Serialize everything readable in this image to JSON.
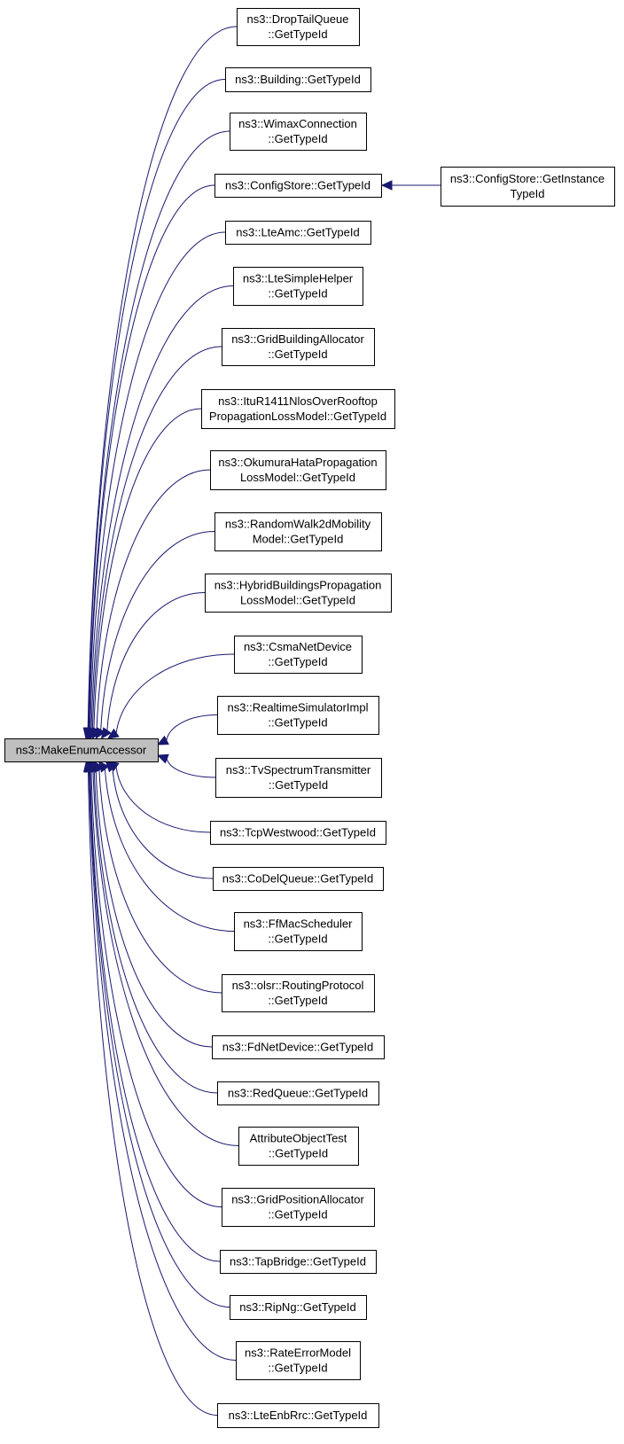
{
  "graph": {
    "root": {
      "id": "root",
      "lines": [
        "ns3::MakeEnumAccessor"
      ]
    },
    "callers": [
      {
        "id": "droptailqueue",
        "lines": [
          "ns3::DropTailQueue",
          "::GetTypeId"
        ]
      },
      {
        "id": "building",
        "lines": [
          "ns3::Building::GetTypeId"
        ]
      },
      {
        "id": "wimaxconnection",
        "lines": [
          "ns3::WimaxConnection",
          "::GetTypeId"
        ]
      },
      {
        "id": "configstore",
        "lines": [
          "ns3::ConfigStore::GetTypeId"
        ]
      },
      {
        "id": "lteamc",
        "lines": [
          "ns3::LteAmc::GetTypeId"
        ]
      },
      {
        "id": "ltesimplehelper",
        "lines": [
          "ns3::LteSimpleHelper",
          "::GetTypeId"
        ]
      },
      {
        "id": "gridbuildingallocator",
        "lines": [
          "ns3::GridBuildingAllocator",
          "::GetTypeId"
        ]
      },
      {
        "id": "itur1411",
        "lines": [
          "ns3::ItuR1411NlosOverRooftop",
          "PropagationLossModel::GetTypeId"
        ]
      },
      {
        "id": "okumurahata",
        "lines": [
          "ns3::OkumuraHataPropagation",
          "LossModel::GetTypeId"
        ]
      },
      {
        "id": "randomwalk2d",
        "lines": [
          "ns3::RandomWalk2dMobility",
          "Model::GetTypeId"
        ]
      },
      {
        "id": "hybridbuildings",
        "lines": [
          "ns3::HybridBuildingsPropagation",
          "LossModel::GetTypeId"
        ]
      },
      {
        "id": "csmanetdevice",
        "lines": [
          "ns3::CsmaNetDevice",
          "::GetTypeId"
        ]
      },
      {
        "id": "realtimesimulator",
        "lines": [
          "ns3::RealtimeSimulatorImpl",
          "::GetTypeId"
        ]
      },
      {
        "id": "tvspectrum",
        "lines": [
          "ns3::TvSpectrumTransmitter",
          "::GetTypeId"
        ]
      },
      {
        "id": "tcpwestwood",
        "lines": [
          "ns3::TcpWestwood::GetTypeId"
        ]
      },
      {
        "id": "codelqueue",
        "lines": [
          "ns3::CoDelQueue::GetTypeId"
        ]
      },
      {
        "id": "ffmacscheduler",
        "lines": [
          "ns3::FfMacScheduler",
          "::GetTypeId"
        ]
      },
      {
        "id": "olsrrouting",
        "lines": [
          "ns3::olsr::RoutingProtocol",
          "::GetTypeId"
        ]
      },
      {
        "id": "fdnetdevice",
        "lines": [
          "ns3::FdNetDevice::GetTypeId"
        ]
      },
      {
        "id": "redqueue",
        "lines": [
          "ns3::RedQueue::GetTypeId"
        ]
      },
      {
        "id": "attributeobjecttest",
        "lines": [
          "AttributeObjectTest",
          "::GetTypeId"
        ]
      },
      {
        "id": "gridpositionallocator",
        "lines": [
          "ns3::GridPositionAllocator",
          "::GetTypeId"
        ]
      },
      {
        "id": "tapbridge",
        "lines": [
          "ns3::TapBridge::GetTypeId"
        ]
      },
      {
        "id": "ripng",
        "lines": [
          "ns3::RipNg::GetTypeId"
        ]
      },
      {
        "id": "rateerrormodel",
        "lines": [
          "ns3::RateErrorModel",
          "::GetTypeId"
        ]
      },
      {
        "id": "lteenbrrc",
        "lines": [
          "ns3::LteEnbRrc::GetTypeId"
        ]
      }
    ],
    "secondary": [
      {
        "id": "getinstancetypeid",
        "lines": [
          "ns3::ConfigStore::GetInstance",
          "TypeId"
        ],
        "calls": "configstore"
      }
    ],
    "colors": {
      "edge": "#191970",
      "root_fill": "#bfbfbf",
      "node_fill": "#ffffff"
    }
  }
}
